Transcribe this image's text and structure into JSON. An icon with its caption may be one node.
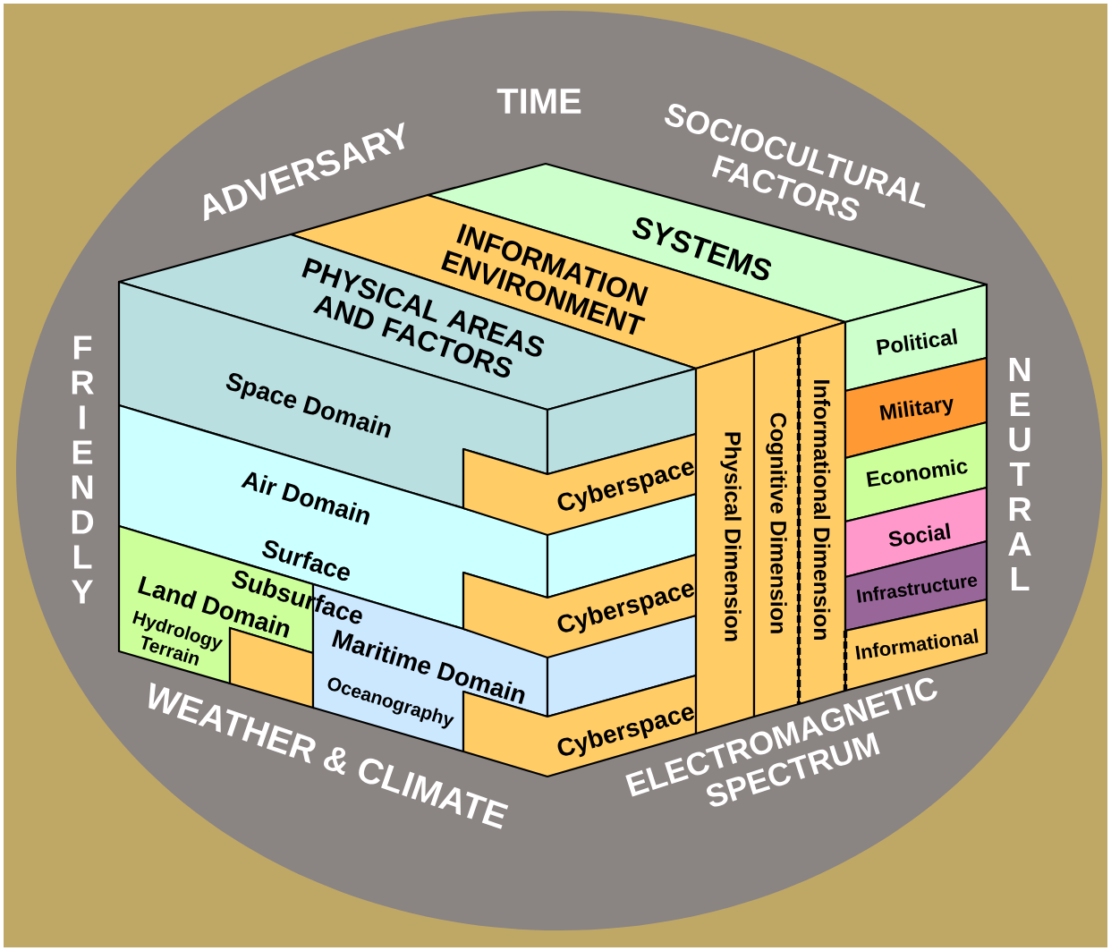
{
  "diagram": {
    "nodes": [
      {
        "text": [
          "SYSTEMS"
        ]
      },
      {
        "text": [
          "INFORMATION ENVIRONMENT"
        ]
      },
      {
        "text": [
          "PHYSICAL AREAS AND FACTORS"
        ]
      },
      {
        "text": [
          "Space Domain"
        ]
      },
      {
        "text": [
          "Air Domain"
        ]
      },
      {
        "text": [
          "Land Domain",
          "Hydrology",
          "Terrain"
        ]
      },
      {
        "text": [
          "Maritime Domain",
          "Oceanography"
        ]
      },
      {
        "text": [
          "Cyberspace"
        ]
      },
      {
        "text": [
          "Cyberspace"
        ]
      },
      {
        "text": [
          "Cyberspace"
        ]
      },
      {
        "text": [
          "Physical Dimension"
        ]
      },
      {
        "text": [
          "Cognitive Dimension"
        ]
      },
      {
        "text": [
          "Informational Dimension"
        ]
      },
      {
        "text": [
          "Political"
        ]
      },
      {
        "text": [
          "Military"
        ]
      },
      {
        "text": [
          "Economic"
        ]
      },
      {
        "text": [
          "Social"
        ]
      },
      {
        "text": [
          "Infrastructure"
        ]
      },
      {
        "text": [
          "Informational"
        ]
      }
    ],
    "labels": [
      "TIME",
      "ADVERSARY",
      "SOCIOCULTURAL FACTORS",
      "FRIENDLY",
      "NEUTRAL",
      "Surface",
      "Subsurface",
      "WEATHER & CLIMATE",
      "ELECTROMAGNETIC SPECTRUM"
    ]
  }
}
